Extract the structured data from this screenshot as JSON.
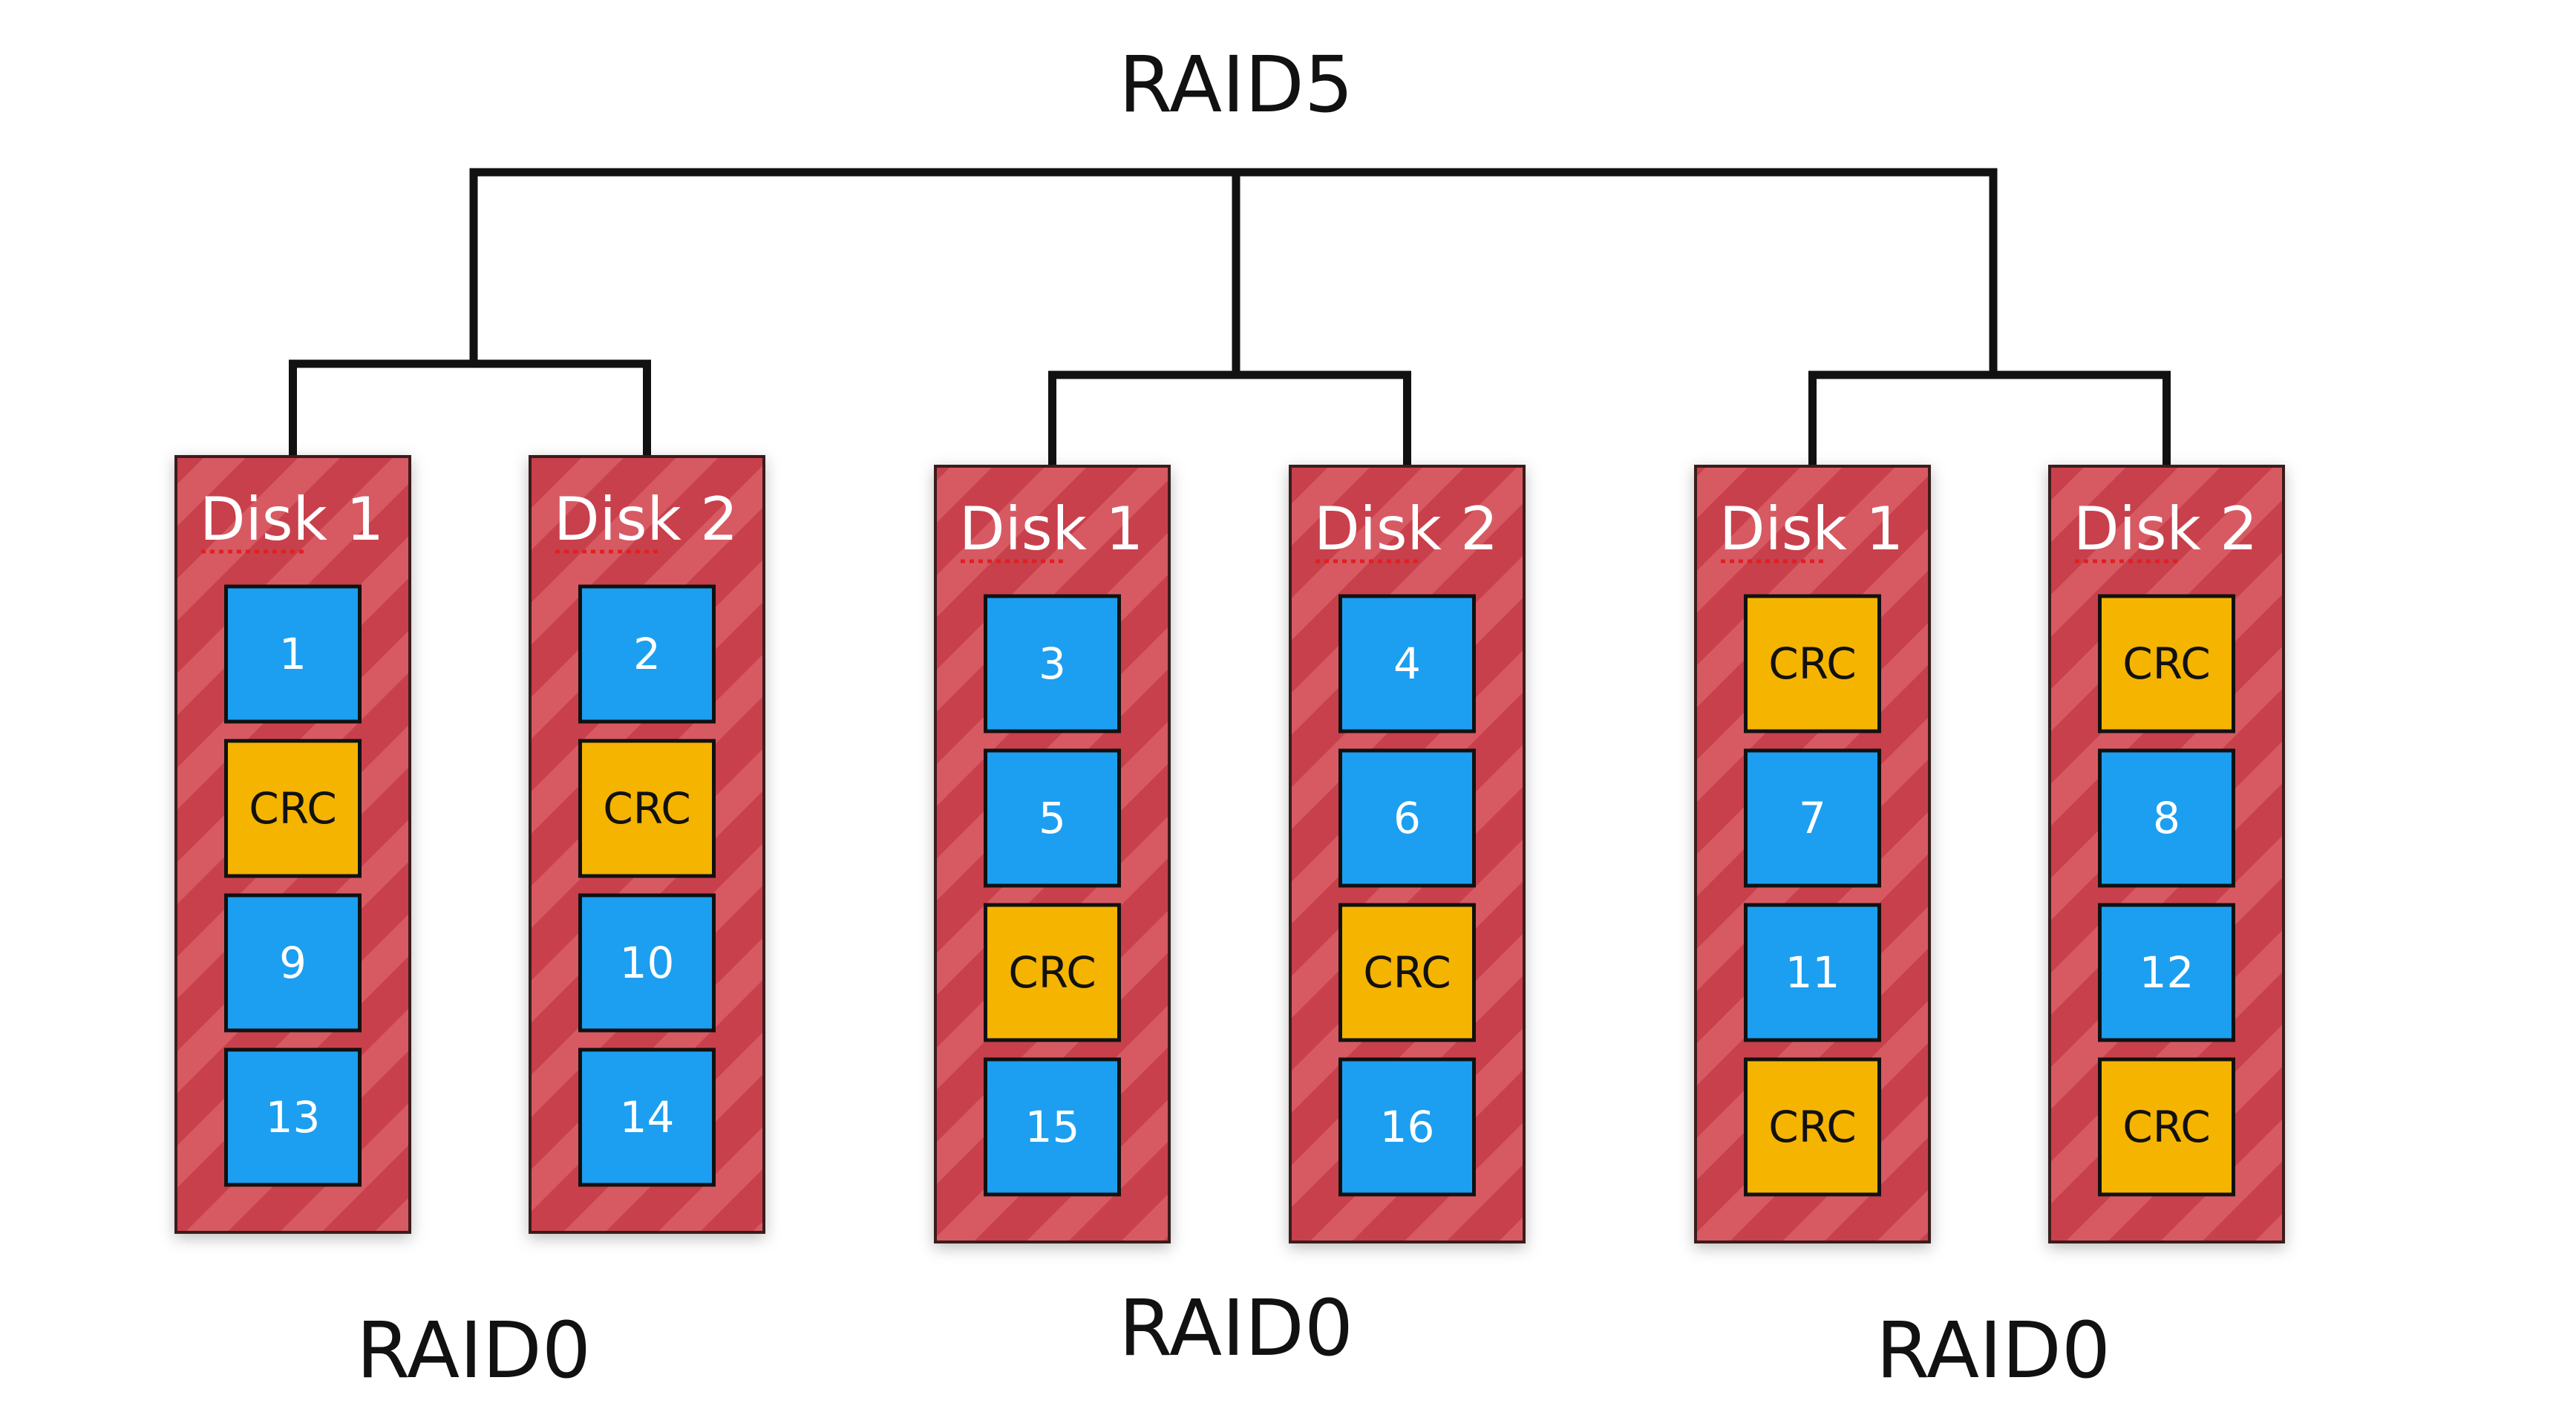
{
  "title": "RAID5",
  "colors": {
    "disk_fill": "#c8414b",
    "disk_stripe": "#d75a63",
    "disk_border": "#3a1a1a",
    "data_block": "#1c9ff0",
    "crc_block": "#f5b400",
    "connector": "#111111",
    "spellcheck_underline": "#e02020"
  },
  "groups": [
    {
      "label": "RAID0",
      "disks": [
        {
          "label": "Disk 1",
          "blocks": [
            "1",
            "CRC",
            "9",
            "13"
          ]
        },
        {
          "label": "Disk 2",
          "blocks": [
            "2",
            "CRC",
            "10",
            "14"
          ]
        }
      ]
    },
    {
      "label": "RAID0",
      "disks": [
        {
          "label": "Disk 1",
          "blocks": [
            "3",
            "5",
            "CRC",
            "15"
          ]
        },
        {
          "label": "Disk 2",
          "blocks": [
            "4",
            "6",
            "CRC",
            "16"
          ]
        }
      ]
    },
    {
      "label": "RAID0",
      "disks": [
        {
          "label": "Disk 1",
          "blocks": [
            "CRC",
            "7",
            "11",
            "CRC"
          ]
        },
        {
          "label": "Disk 2",
          "blocks": [
            "CRC",
            "8",
            "12",
            "CRC"
          ]
        }
      ]
    }
  ]
}
